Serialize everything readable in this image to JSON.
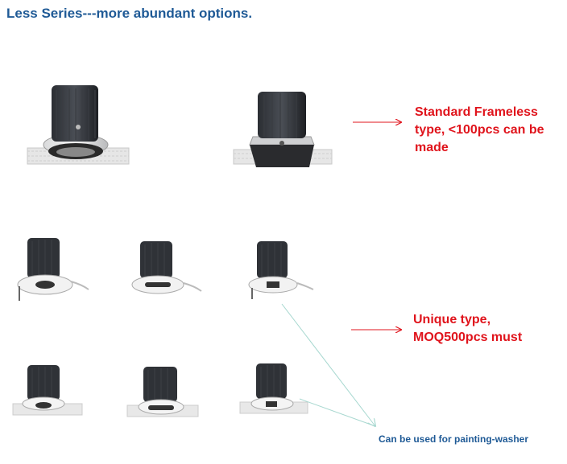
{
  "title": "Less Series---more abundant options.",
  "annotations": {
    "standard": [
      "Standard Frameless",
      "type, <100pcs can be",
      "made"
    ],
    "unique": [
      "Unique type,",
      "MOQ500pcs must"
    ],
    "washer_note": "Can be used for painting-washer"
  },
  "colors": {
    "title": "#1f5a96",
    "annotation": "#e0141c",
    "arrow": "#e0141c",
    "guide_line": "#a8d8d0"
  },
  "products": [
    {
      "name": "round-trimless-downlight-large"
    },
    {
      "name": "square-trimless-downlight"
    },
    {
      "name": "round-trimless-slot-downlight-1"
    },
    {
      "name": "round-trimless-slot-downlight-2"
    },
    {
      "name": "round-trimless-slot-washer-1"
    },
    {
      "name": "round-trimless-downlight-3"
    },
    {
      "name": "round-trimless-downlight-4"
    },
    {
      "name": "round-trimless-washer-2"
    }
  ]
}
